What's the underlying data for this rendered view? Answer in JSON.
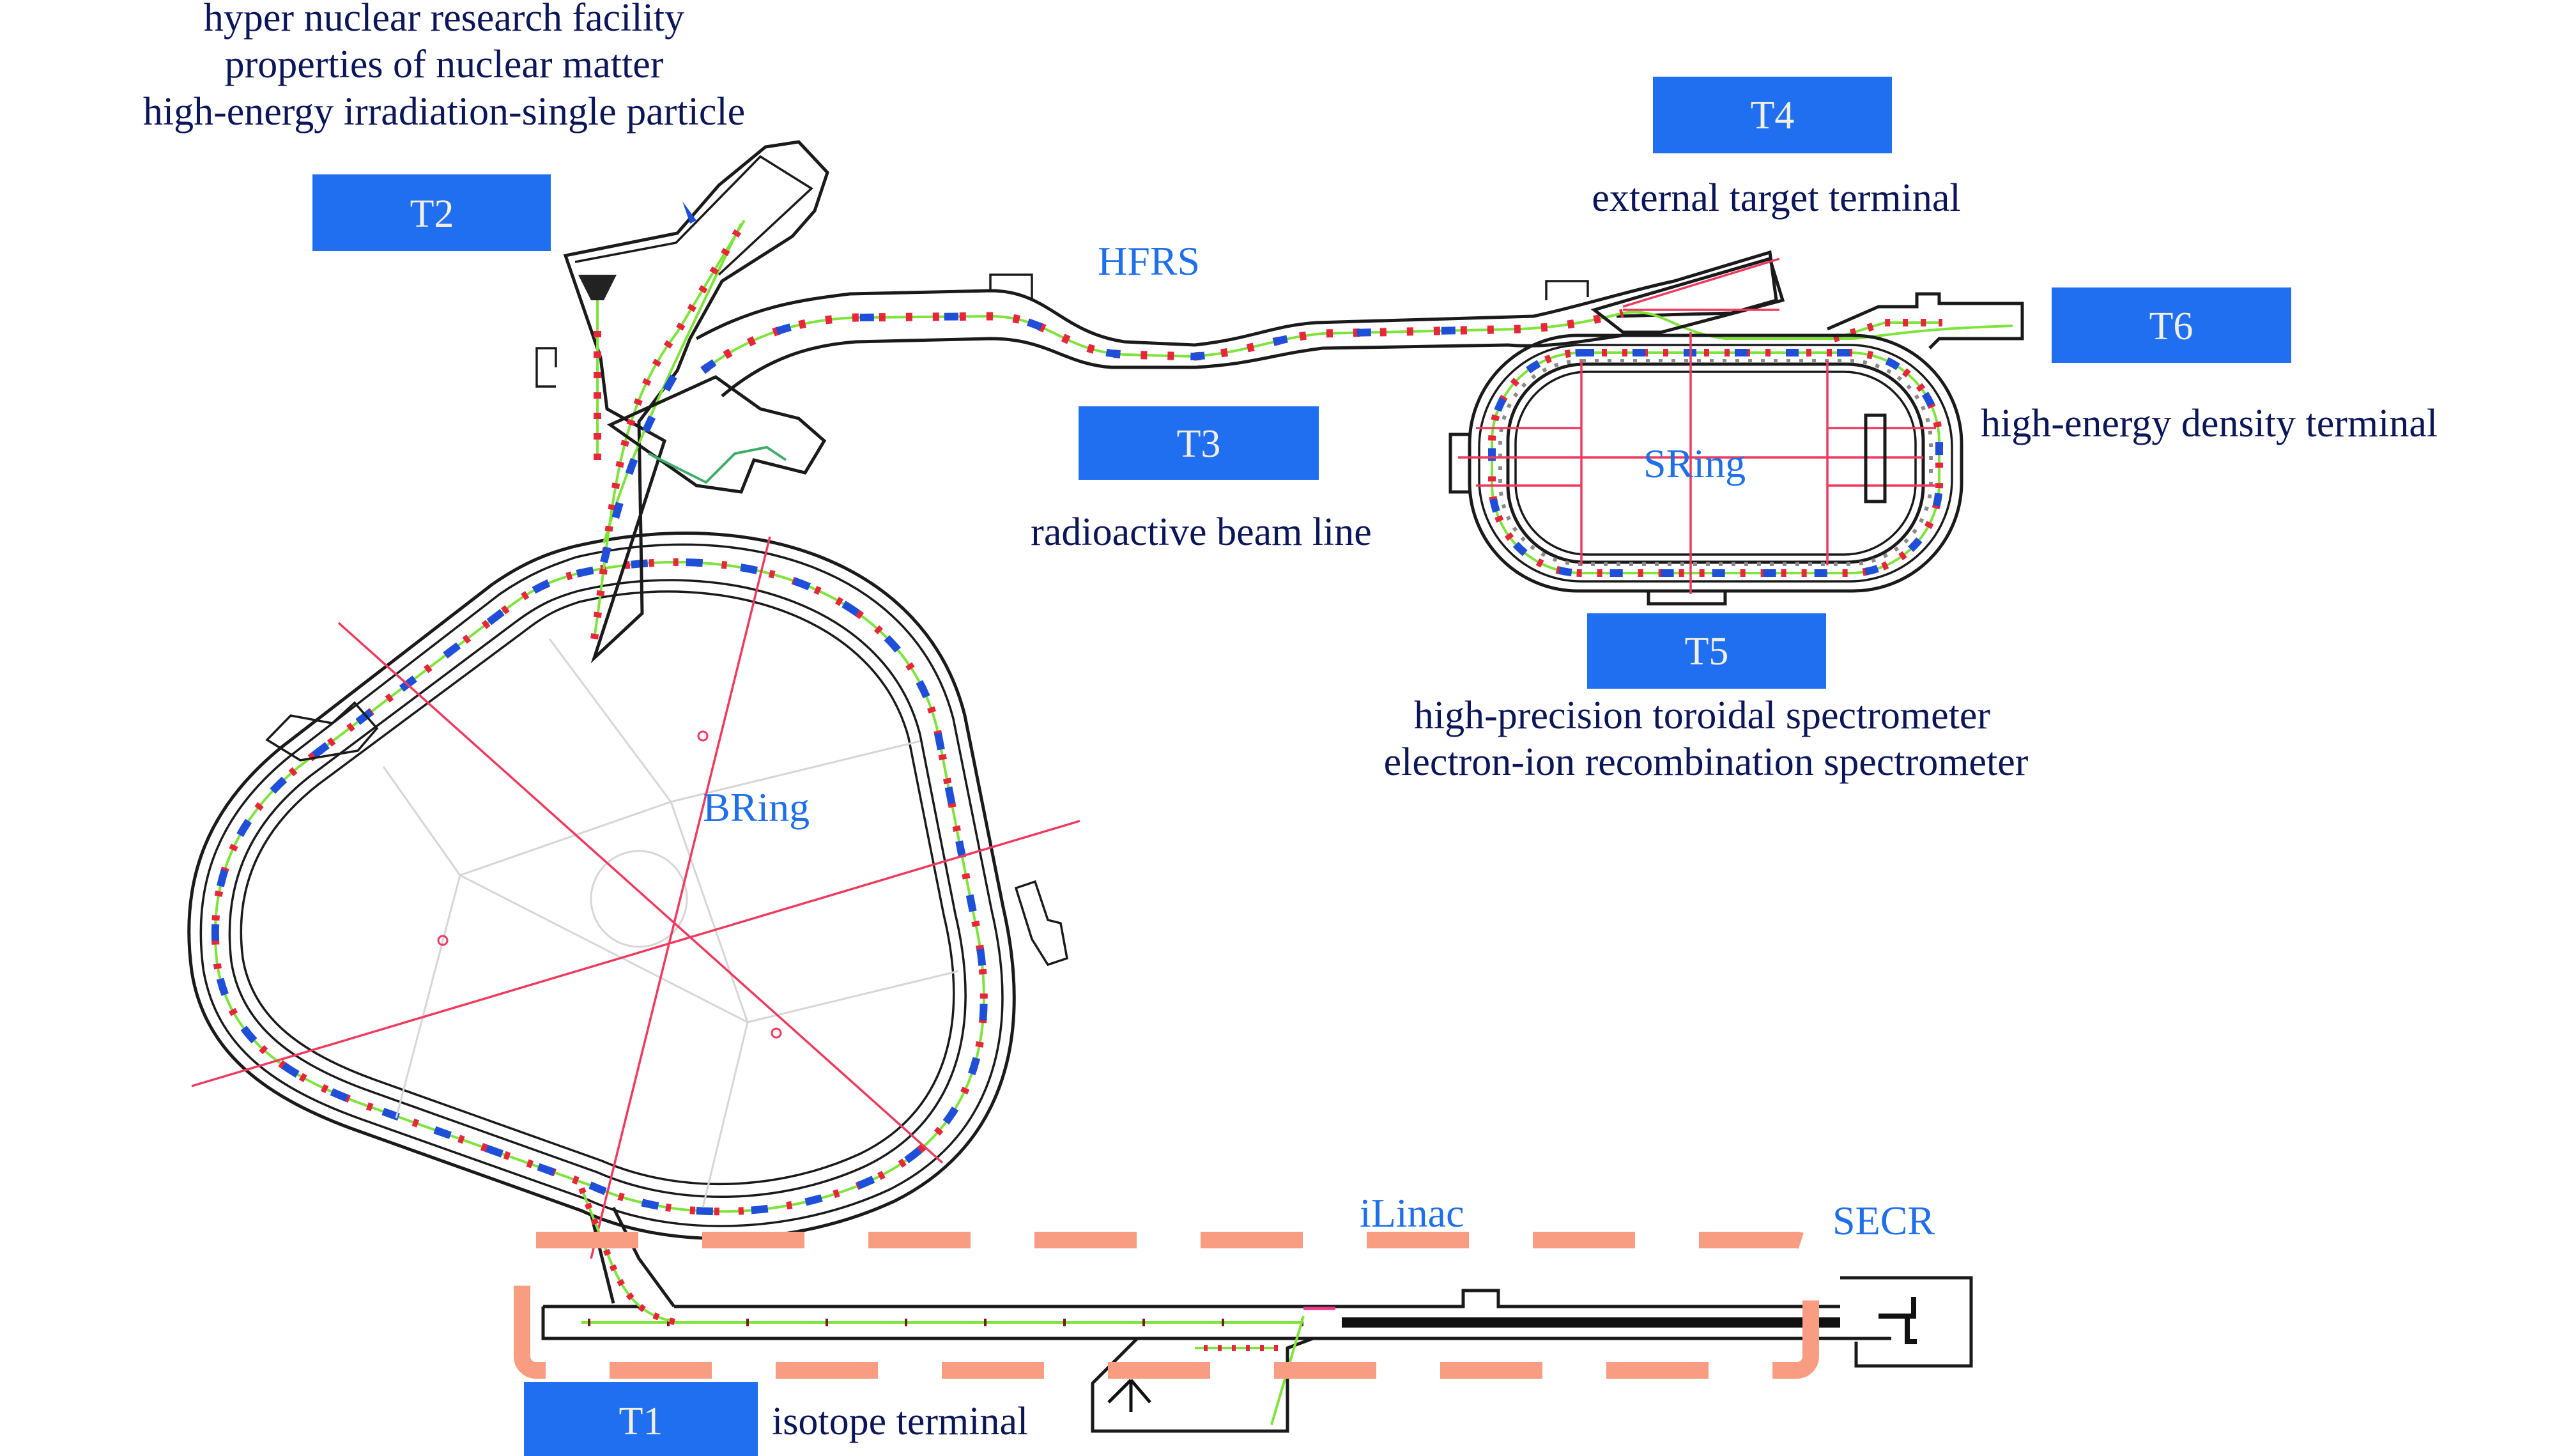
{
  "figure": {
    "description_lines": [
      "hyper nuclear research facility",
      "properties of nuclear matter",
      "high-energy irradiation-single particle"
    ],
    "components": {
      "hfrs": "HFRS",
      "bring": "BRing",
      "sring": "SRing",
      "ilinac": "iLinac",
      "secr": "SECR"
    },
    "terminals": [
      {
        "id": "T1",
        "label": "T1",
        "description": [
          "isotope terminal"
        ]
      },
      {
        "id": "T2",
        "label": "T2",
        "description": [
          "hyper nuclear research facility",
          "properties of nuclear matter",
          "high-energy irradiation-single particle"
        ]
      },
      {
        "id": "T3",
        "label": "T3",
        "description": [
          "radioactive beam line"
        ]
      },
      {
        "id": "T4",
        "label": "T4",
        "description": [
          "external target terminal"
        ]
      },
      {
        "id": "T5",
        "label": "T5",
        "description": [
          "high-precision toroidal spectrometer",
          "electron-ion recombination spectrometer"
        ]
      },
      {
        "id": "T6",
        "label": "T6",
        "description": [
          "high-energy density terminal"
        ]
      }
    ],
    "t5_lines": [
      "high-precision toroidal spectrometer",
      "electron-ion recombination spectrometer"
    ],
    "colors": {
      "terminal_box": "#1f6ff0",
      "terminal_text": "#f3efdf",
      "description_text": "#0b1658",
      "component_label": "#1f6fe8",
      "highlight_dashed": "#f89d82",
      "beamline": "#7ee33a",
      "magnet_red": "#e8253a",
      "magnet_blue": "#1f4fd8",
      "axis_red": "#ee3a5e"
    }
  }
}
